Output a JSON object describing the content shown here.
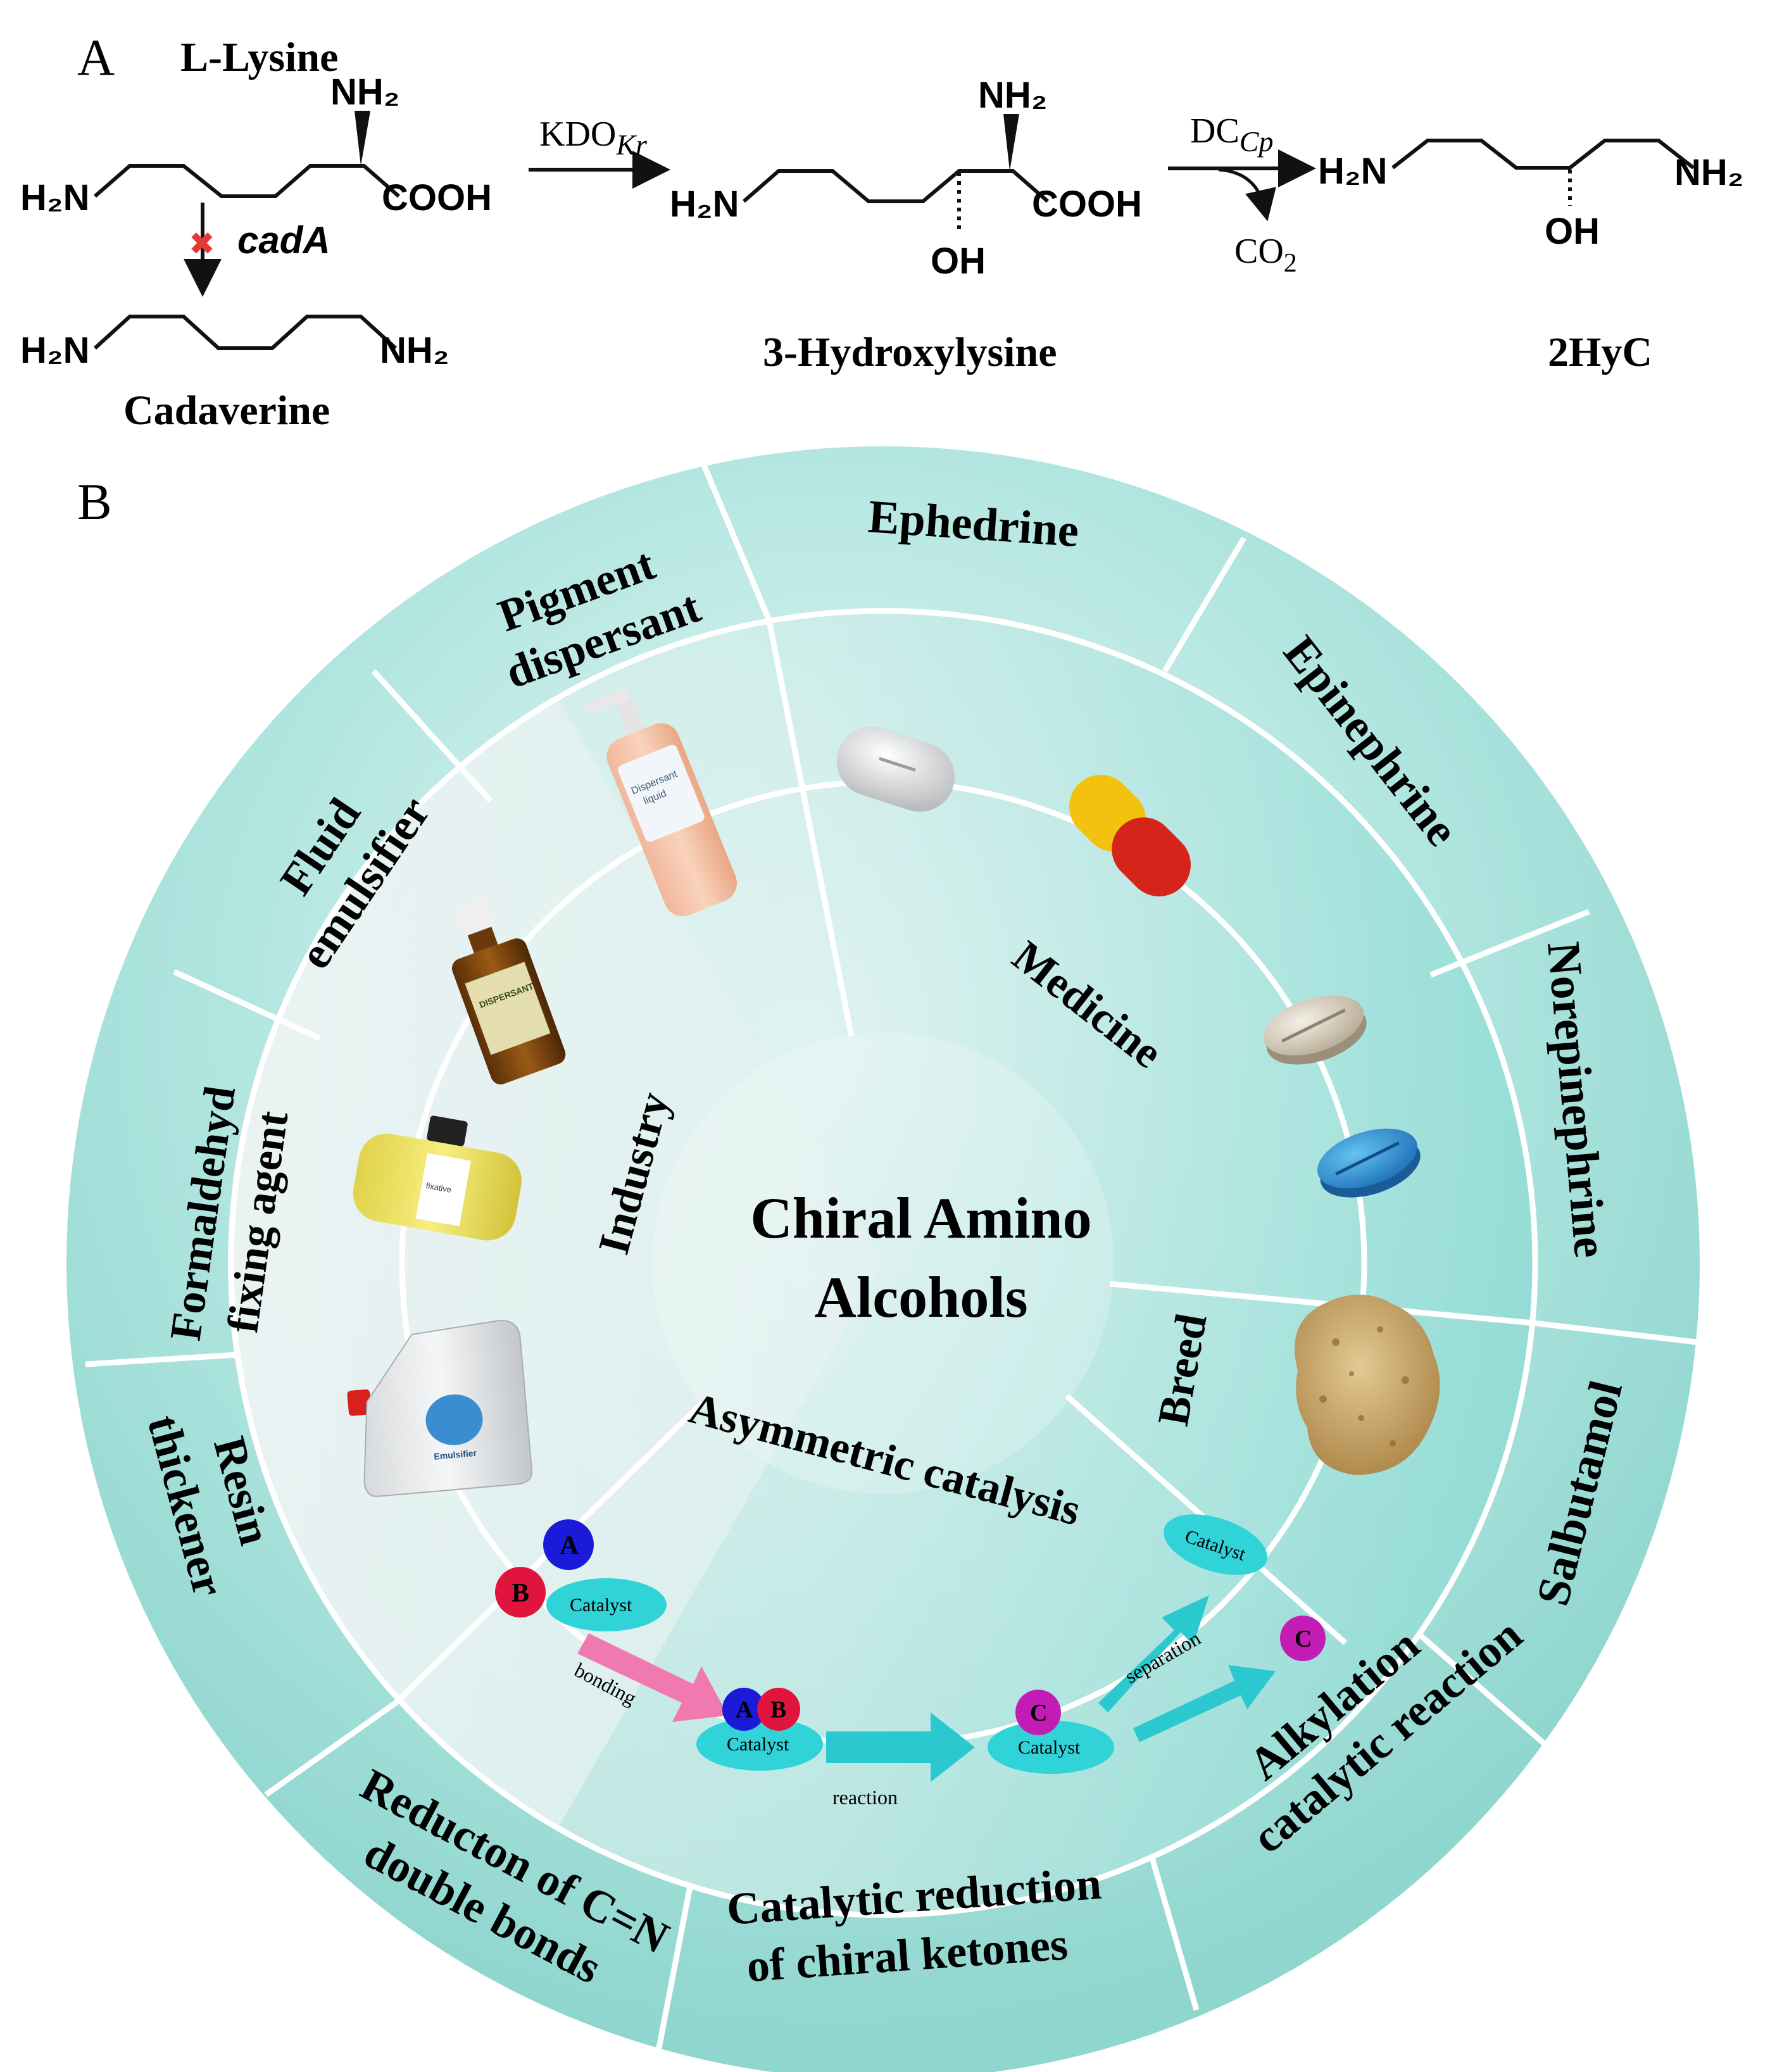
{
  "panel_a": {
    "panel_label": "A",
    "lysine": {
      "name": "L-Lysine",
      "left_amine": "H₂N",
      "top_amine": "NH₂",
      "acid": "COOH"
    },
    "knockout": {
      "mark": "✖",
      "gene": "cadA"
    },
    "cadaverine": {
      "name": "Cadaverine",
      "left_amine": "H₂N",
      "right_amine": "NH₂"
    },
    "step1_enzyme": {
      "base": "KDO",
      "sub": "Kr"
    },
    "hydroxylysine": {
      "name": "3-Hydroxylysine",
      "left_amine": "H₂N",
      "top_amine": "NH₂",
      "acid": "COOH",
      "hydroxyl": "OH"
    },
    "step2_enzyme": {
      "base": "DC",
      "sub": "Cp"
    },
    "co2": {
      "base": "CO",
      "sub": "2"
    },
    "product": {
      "name": "2HyC",
      "left_amine": "H₂N",
      "right_amine": "NH₂",
      "hydroxyl": "OH"
    }
  },
  "panel_b": {
    "panel_label": "B",
    "center": {
      "line1": "Chiral Amino",
      "line2": "Alcohols"
    },
    "categories": {
      "industry": "Industry",
      "medicine": "Medicine",
      "breed": "Breed",
      "asymmetric": "Asymmetric catalysis"
    },
    "outer_labels": {
      "ephedrine": "Ephedrine",
      "epinephrine": "Epinephrine",
      "norepinephrine": "Norepinephrine",
      "salbutamol": "Salbutamol",
      "pigment": [
        "Pigment",
        "dispersant"
      ],
      "fluid": [
        "Fluid",
        "emulsifier"
      ],
      "formaldehyd": [
        "Formaldehyd",
        "fixing agent"
      ],
      "resin": [
        "Resin",
        "thickener"
      ],
      "reduction_cn": [
        "Reducton of C=N",
        "double bonds"
      ],
      "catalytic_ketones": [
        "Catalytic reduction",
        "of chiral ketones"
      ],
      "alkylation": [
        "Alkylation",
        "catalytic reaction"
      ]
    },
    "catalysis_scheme": {
      "reactant_a": "A",
      "reactant_b": "B",
      "product_c": "C",
      "catalyst": "Catalyst",
      "step_bonding": "bonding",
      "step_reaction": "reaction",
      "step_separation": "separation"
    },
    "product_images": {
      "soap_bottle_label": [
        "Dispersant",
        "liquid"
      ],
      "brown_bottle_label": "DISPERSANT",
      "yellow_bottle_label": "fixative",
      "jug_label": "Emulsifier"
    },
    "colors": {
      "teal_dark": "#8fd8d2",
      "teal_light": "#e9f6f5",
      "divider": "#ffffff",
      "reactant_a": "#1a1ad8",
      "reactant_b": "#e0143c",
      "product_c": "#c21cb4",
      "catalyst": "#2fd3d8",
      "arrow_bonding": "#f07ab0",
      "arrow_flow": "#2cc8cf",
      "knockout_mark": "#e53935"
    }
  }
}
